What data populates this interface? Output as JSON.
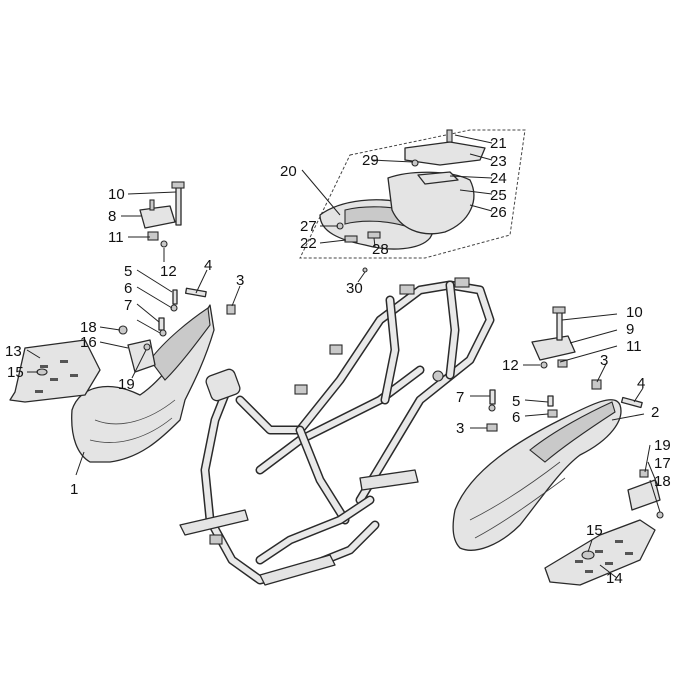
{
  "callouts": [
    {
      "id": "c1",
      "label": "1"
    },
    {
      "id": "c2",
      "label": "2"
    },
    {
      "id": "c3a",
      "label": "3"
    },
    {
      "id": "c3b",
      "label": "3"
    },
    {
      "id": "c3c",
      "label": "3"
    },
    {
      "id": "c4a",
      "label": "4"
    },
    {
      "id": "c4b",
      "label": "4"
    },
    {
      "id": "c5a",
      "label": "5"
    },
    {
      "id": "c5b",
      "label": "5"
    },
    {
      "id": "c6a",
      "label": "6"
    },
    {
      "id": "c6b",
      "label": "6"
    },
    {
      "id": "c7a",
      "label": "7"
    },
    {
      "id": "c7b",
      "label": "7"
    },
    {
      "id": "c8",
      "label": "8"
    },
    {
      "id": "c9",
      "label": "9"
    },
    {
      "id": "c10a",
      "label": "10"
    },
    {
      "id": "c10b",
      "label": "10"
    },
    {
      "id": "c11a",
      "label": "11"
    },
    {
      "id": "c11b",
      "label": "11"
    },
    {
      "id": "c12a",
      "label": "12"
    },
    {
      "id": "c12b",
      "label": "12"
    },
    {
      "id": "c13",
      "label": "13"
    },
    {
      "id": "c14",
      "label": "14"
    },
    {
      "id": "c15a",
      "label": "15"
    },
    {
      "id": "c15b",
      "label": "15"
    },
    {
      "id": "c16",
      "label": "16"
    },
    {
      "id": "c17",
      "label": "17"
    },
    {
      "id": "c18a",
      "label": "18"
    },
    {
      "id": "c18b",
      "label": "18"
    },
    {
      "id": "c19a",
      "label": "19"
    },
    {
      "id": "c19b",
      "label": "19"
    },
    {
      "id": "c20",
      "label": "20"
    },
    {
      "id": "c21",
      "label": "21"
    },
    {
      "id": "c22",
      "label": "22"
    },
    {
      "id": "c23",
      "label": "23"
    },
    {
      "id": "c24",
      "label": "24"
    },
    {
      "id": "c25",
      "label": "25"
    },
    {
      "id": "c26",
      "label": "26"
    },
    {
      "id": "c27",
      "label": "27"
    },
    {
      "id": "c28",
      "label": "28"
    },
    {
      "id": "c29",
      "label": "29"
    },
    {
      "id": "c30",
      "label": "30"
    }
  ]
}
